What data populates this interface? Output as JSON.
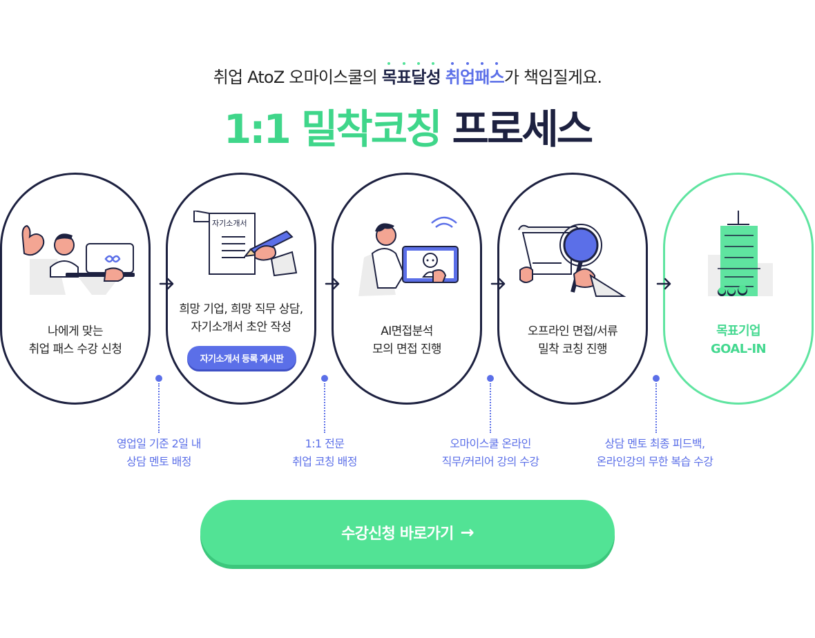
{
  "header": {
    "intro_prefix": "취업 AtoZ 오마이스쿨의",
    "intro_highlight1": "목표달성",
    "intro_highlight2": "취업패스",
    "intro_suffix": "가 책임질게요.",
    "title_green": "1:1 밀착코칭",
    "title_navy": "프로세스"
  },
  "steps": [
    {
      "lines": [
        "나에게 맞는",
        "취업 패스 수강 신청"
      ]
    },
    {
      "lines": [
        "희망 기업, 희망 직무 상담,",
        "자기소개서 초안 작성"
      ],
      "button": "자기소개서 등록 게시판",
      "paper_label": "자기소개서"
    },
    {
      "lines": [
        "AI면접분석",
        "모의 면접 진행"
      ]
    },
    {
      "lines": [
        "오프라인 면접/서류",
        "밀착 코칭 진행"
      ]
    },
    {
      "lines": [
        "목표기업",
        "GOAL-IN"
      ]
    }
  ],
  "notes": [
    [
      "영업일 기준 2일 내",
      "상담 멘토 배정"
    ],
    [
      "1:1 전문",
      "취업 코칭 배정"
    ],
    [
      "오마이스쿨 온라인",
      "직무/커리어 강의 수강"
    ],
    [
      "상담 멘토 최종 피드백,",
      "온라인강의 무한 복습 수강"
    ]
  ],
  "cta": {
    "label": "수강신청 바로가기",
    "arrow": "→"
  },
  "colors": {
    "navy": "#1d2140",
    "green": "#52e395",
    "blue": "#5b6fe8"
  },
  "icons": [
    "laptop-icon",
    "pencil-icon",
    "robot-icon",
    "magnifier-icon",
    "building-icon",
    "arrow-right-icon"
  ]
}
